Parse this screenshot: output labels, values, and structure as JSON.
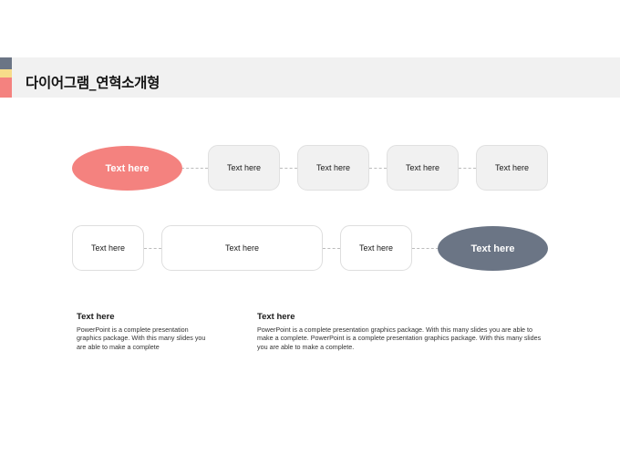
{
  "header": {
    "title": "다이어그램_연혁소개형"
  },
  "diagram": {
    "row1": [
      {
        "label": "Text here",
        "style": "ellipse-pink"
      },
      {
        "label": "Text here",
        "style": "rounded-gray"
      },
      {
        "label": "Text here",
        "style": "rounded-gray"
      },
      {
        "label": "Text here",
        "style": "rounded-gray"
      },
      {
        "label": "Text here",
        "style": "rounded-gray"
      }
    ],
    "row2": [
      {
        "label": "Text here",
        "style": "rounded-white"
      },
      {
        "label": "Text here",
        "style": "rounded-white"
      },
      {
        "label": "Text here",
        "style": "rounded-white"
      },
      {
        "label": "Text here",
        "style": "ellipse-slate"
      }
    ]
  },
  "text_blocks": [
    {
      "heading": "Text here",
      "body": "PowerPoint is a complete presentation graphics package. With this many slides you are able to make a complete"
    },
    {
      "heading": "Text here",
      "body": "PowerPoint is a complete presentation graphics package. With this many slides you are able to make a complete. PowerPoint is a complete presentation graphics package. With this many slides you are able to make a complete."
    }
  ],
  "colors": {
    "pink": "#f4827f",
    "slate": "#6b7585",
    "yellow": "#f7dc8a",
    "gray_fill": "#f1f1f1"
  }
}
